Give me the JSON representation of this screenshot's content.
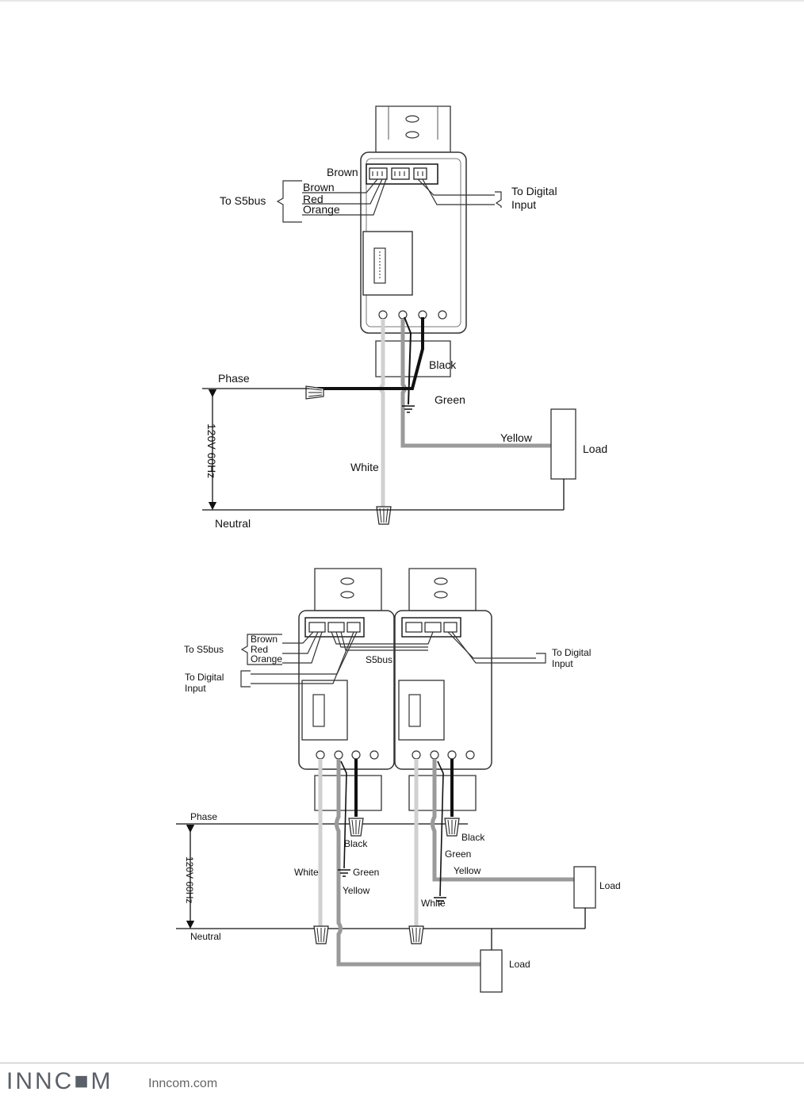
{
  "diagram1": {
    "labels": {
      "brown_top": "Brown",
      "to_s5bus": "To S5bus",
      "brown": "Brown",
      "red": "Red",
      "orange": "Orange",
      "to_digital": "To Digital",
      "input": "Input",
      "black": "Black",
      "phase": "Phase",
      "green": "Green",
      "yellow": "Yellow",
      "load": "Load",
      "voltage": "120V 60Hz",
      "white": "White",
      "neutral": "Neutral"
    }
  },
  "diagram2": {
    "labels": {
      "brown": "Brown",
      "red": "Red",
      "orange": "Orange",
      "to_s5bus": "To S5bus",
      "s5bus": "S5bus",
      "to_digital_left": "To Digital",
      "input_left": "Input",
      "to_digital_right": "To Digital",
      "input_right": "Input",
      "phase": "Phase",
      "voltage": "120V 60Hz",
      "black_left": "Black",
      "white_left": "White",
      "green_left": "Green",
      "yellow_left": "Yellow",
      "neutral": "Neutral",
      "black_right": "Black",
      "green_right": "Green",
      "yellow_right": "Yellow",
      "white_right": "White",
      "load_right": "Load",
      "load_bottom": "Load"
    }
  },
  "footer": {
    "brand": "INNC■M",
    "website": "Inncom.com"
  },
  "colors": {
    "wire_black": "#111111",
    "wire_white": "#d0d0d0",
    "wire_yellow": "#9a9a9a",
    "outline": "#333333"
  }
}
